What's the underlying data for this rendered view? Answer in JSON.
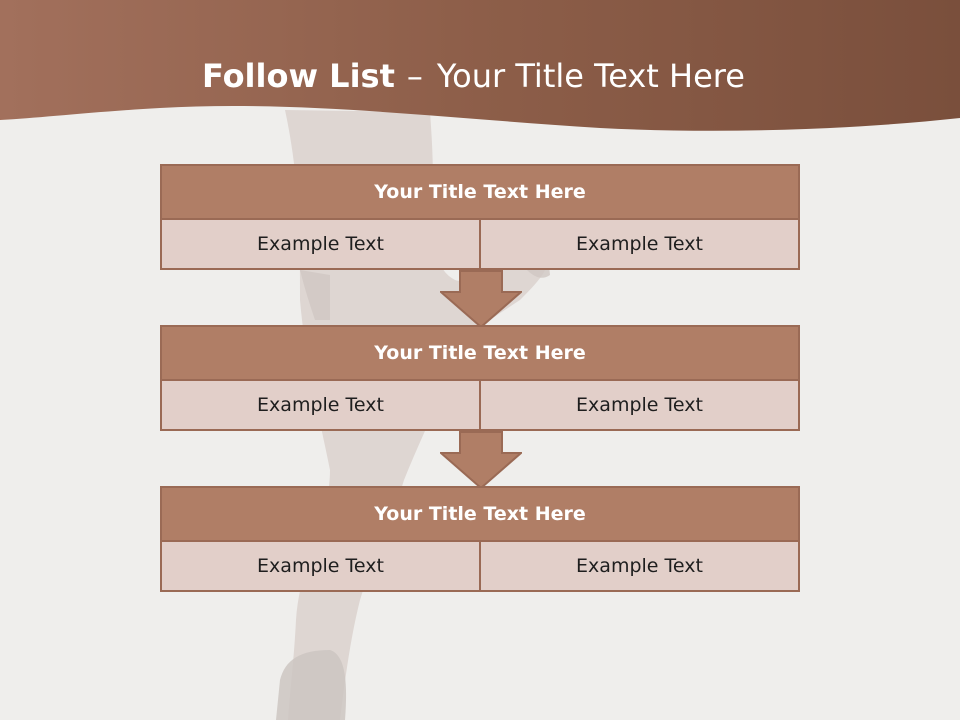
{
  "slide": {
    "title_bold": "Follow List",
    "title_sep": "–",
    "title_rest": "Your Title Text Here"
  },
  "steps": [
    {
      "title": "Your Title Text Here",
      "cells": [
        "Example Text",
        "Example Text"
      ]
    },
    {
      "title": "Your Title Text Here",
      "cells": [
        "Example Text",
        "Example Text"
      ]
    },
    {
      "title": "Your Title Text Here",
      "cells": [
        "Example Text",
        "Example Text"
      ]
    }
  ],
  "colors": {
    "header_band": "#8b5a45",
    "box_title": "#b07e66",
    "box_cell": "#e2cfc9",
    "border": "#9a6a55",
    "background": "#efeeec"
  }
}
